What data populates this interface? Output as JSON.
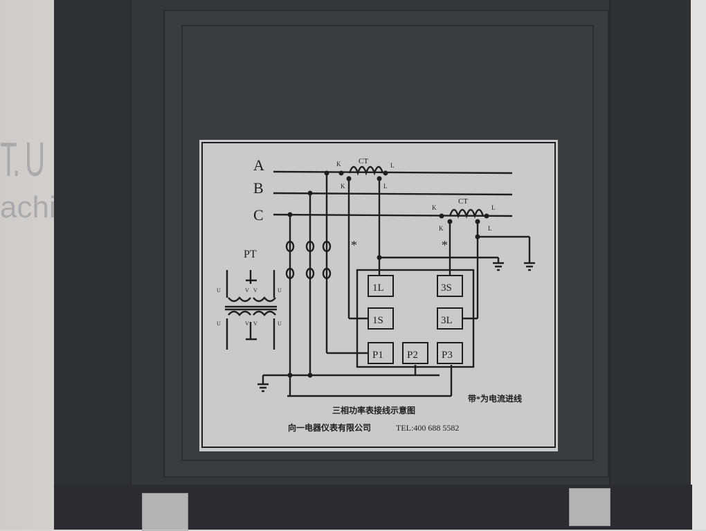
{
  "background_text": {
    "line1": "T. U",
    "line2": "achi"
  },
  "diagram": {
    "phases": [
      "A",
      "B",
      "C"
    ],
    "ct_label": "CT",
    "k": "K",
    "l": "L",
    "pt_label": "PT",
    "u": "U",
    "v": "V",
    "star": "*",
    "terminals": [
      "1L",
      "3S",
      "1S",
      "3L",
      "P1",
      "P2",
      "P3"
    ]
  },
  "caption": {
    "title": "三相功率表接线示意图",
    "note": "带*为电流进线",
    "company": "向一电器仪表有限公司",
    "tel": "TEL:400 688 5582"
  },
  "colors": {
    "body": "#34373a",
    "label": "#c8cacb",
    "ink": "#1e1e1e"
  }
}
